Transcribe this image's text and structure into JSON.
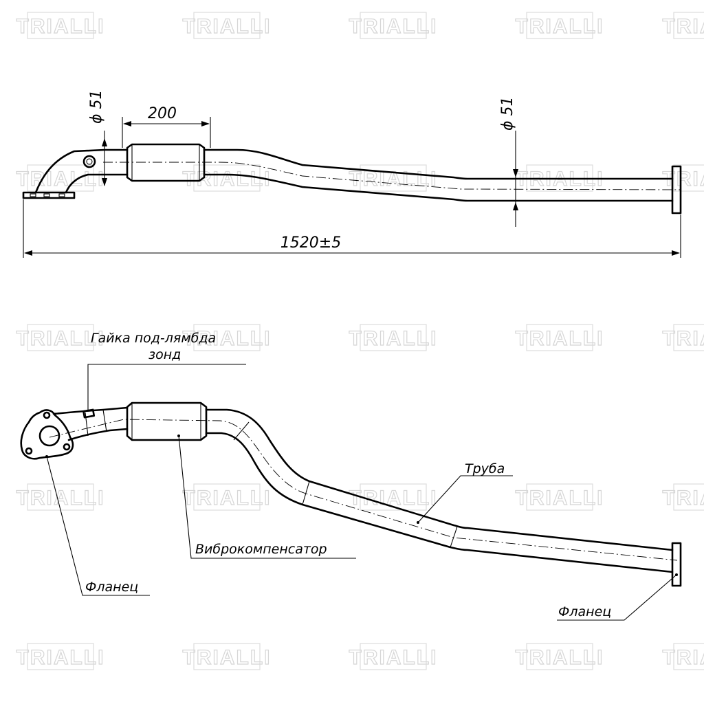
{
  "watermark": {
    "brand": "TRIALLI"
  },
  "top_view": {
    "dim_diameter_left": "ϕ 51",
    "dim_diameter_right": "ϕ 51",
    "dim_length_section": "200",
    "dim_total_length": "1520±5"
  },
  "bottom_view": {
    "label_lambda_nut_line1": "Гайка под-лямбда",
    "label_lambda_nut_line2": "зонд",
    "label_pipe": "Труба",
    "label_flex": "Виброкомпенсатор",
    "label_flange_left": "Фланец",
    "label_flange_right": "Фланец"
  }
}
